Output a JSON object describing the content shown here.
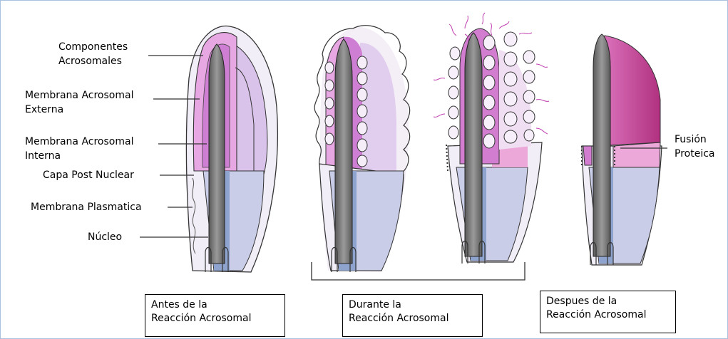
{
  "labels": {
    "componentes": [
      "Componentes",
      "Acrosomales"
    ],
    "membrana_externa": [
      "Membrana Acrosomal",
      "Externa"
    ],
    "membrana_interna": [
      "Membrana Acrosomal",
      "Interna"
    ],
    "capa_post_nuclear": "Capa Post Nuclear",
    "membrana_plasmatica": "Membrana Plasmatica",
    "nucleo": "Núcleo",
    "fusion": [
      "Fusión",
      "Proteica"
    ]
  },
  "captions": {
    "antes": [
      "Antes de la",
      "Reacción Acrosomal"
    ],
    "durante": [
      "Durante la",
      "Reacción Acrosomal"
    ],
    "despues": [
      "Despues de la",
      "Reacción Acrosomal"
    ]
  },
  "colors": {
    "acrosome_pink": "#e7a7e3",
    "acrosome_magenta": "#c0559f",
    "acrosome_light": "#eccaee",
    "postnuclear_blue": "#8fa3cf",
    "light_blue": "#cfd2ea",
    "nucleus_gray": "#7e7e7e",
    "frame_border": "#a9c1de"
  }
}
